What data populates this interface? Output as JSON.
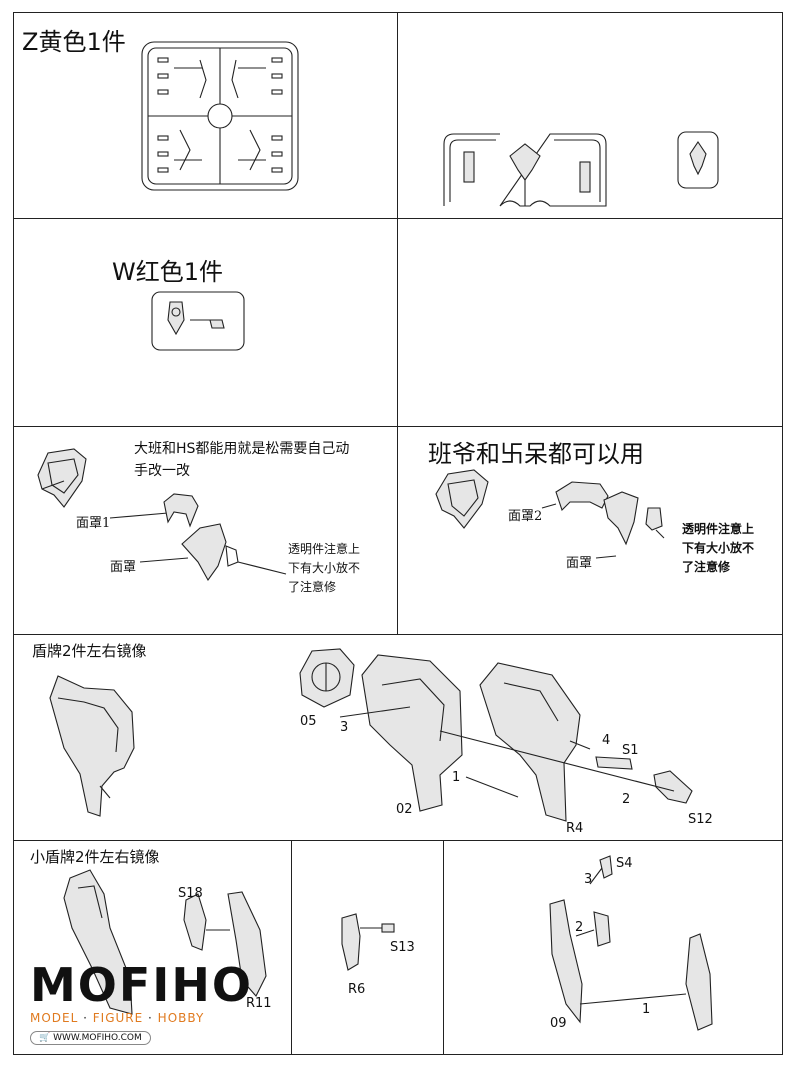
{
  "sections": {
    "z_runner": {
      "title": "Z黄色1件"
    },
    "w_runner": {
      "title": "W红色1件"
    },
    "face_left": {
      "note": "大班和HS都能用就是松需要自己动手改一改",
      "label_face1": "面罩1",
      "label_face": "面罩",
      "clear_note": "透明件注意上下有大小放不了注意修"
    },
    "face_right": {
      "note": "班爷和卐呆都可以用",
      "label_face2": "面罩2",
      "label_face": "面罩",
      "clear_note": "透明件注意上下有大小放不了注意修"
    },
    "shield": {
      "title": "盾牌2件左右镜像",
      "labels": [
        "05",
        "3",
        "02",
        "1",
        "4",
        "S1",
        "2",
        "R4",
        "S12"
      ]
    },
    "small_shield": {
      "title": "小盾牌2件左右镜像",
      "labels": [
        "S18",
        "R11",
        "S13",
        "R6",
        "S4",
        "3",
        "2",
        "1",
        "09"
      ]
    }
  },
  "logo": {
    "brand": "MOFIHO",
    "tagline_1": "MODEL",
    "tagline_2": "FIGURE",
    "tagline_3": "HOBBY",
    "url": "WWW.MOFIHO.COM"
  }
}
